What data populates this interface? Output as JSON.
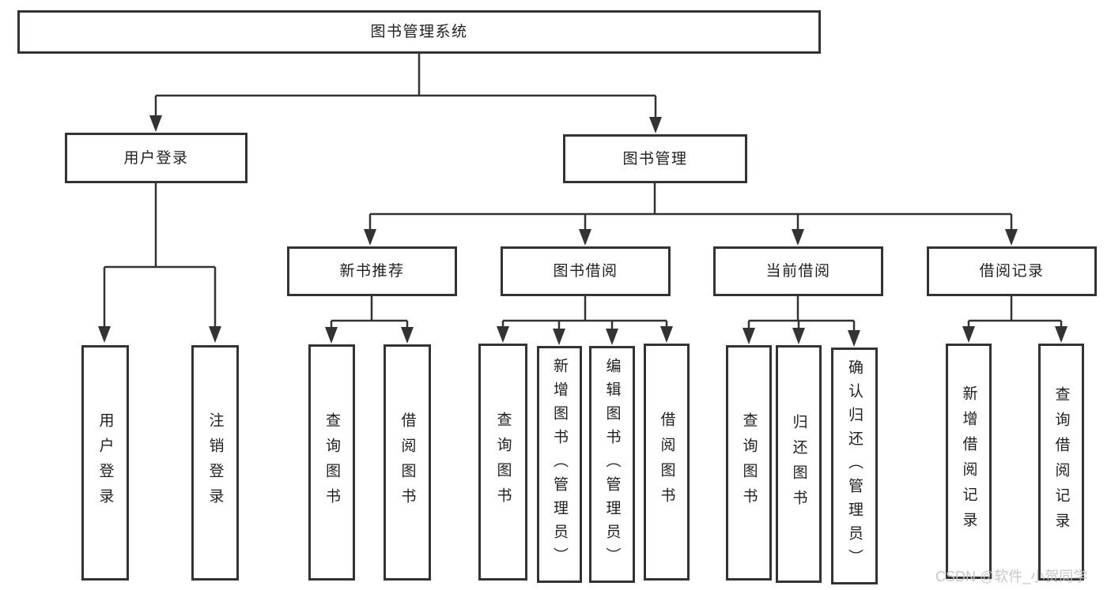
{
  "nodes": {
    "root": "图书管理系统",
    "user_login": "用户登录",
    "book_management": "图书管理",
    "login": "用户登录",
    "logout": "注销登录",
    "new_book_recommend": "新书推荐",
    "book_borrowing": "图书借阅",
    "current_borrowing": "当前借阅",
    "borrowing_records": "借阅记录",
    "nb_query_books": "查询图书",
    "nb_borrow_books": "借阅图书",
    "bb_query_books": "查询图书",
    "bb_add_books": "新增图书（管理员）",
    "bb_edit_books": "编辑图书（管理员）",
    "bb_borrow_books": "借阅图书",
    "cb_query_books": "查询图书",
    "cb_return_books": "归还图书",
    "cb_confirm_return": "确认归还（管理员）",
    "br_add_record": "新增借阅记录",
    "br_query_record": "查询借阅记录"
  },
  "watermark": "CSDN @软件_小贺同学",
  "colors": {
    "line": "#333333",
    "box_border": "#333333",
    "text": "#1f1f1f",
    "watermark": "#c3c3c3",
    "background": "#ffffff"
  }
}
